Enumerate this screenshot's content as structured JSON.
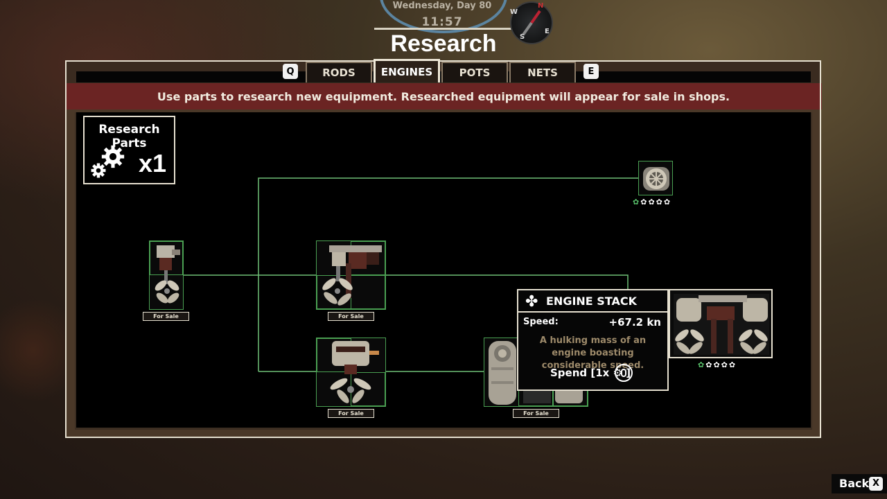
{
  "hud": {
    "day": "Wednesday, Day 80",
    "time": "11:57",
    "compass": {
      "n": "N",
      "w": "W",
      "s": "S",
      "e": "E"
    }
  },
  "screen": {
    "title": "Research",
    "banner": "Use parts to research new equipment. Researched equipment will appear for sale in shops."
  },
  "tabs": {
    "prev_key": "Q",
    "next_key": "E",
    "items": [
      {
        "label": "RODS"
      },
      {
        "label": "ENGINES"
      },
      {
        "label": "POTS"
      },
      {
        "label": "NETS"
      }
    ],
    "active": "ENGINES"
  },
  "research_parts": {
    "label": "Research Parts",
    "count": "x1"
  },
  "tree": {
    "for_sale_label": "For Sale",
    "stars_top": {
      "filled": 1,
      "total": 5
    },
    "stars_stack": {
      "filled": 1,
      "total": 5
    }
  },
  "tooltip": {
    "name": "ENGINE STACK",
    "stat_label": "Speed:",
    "stat_value": "+67.2 kn",
    "description": "A hulking mass of an engine boasting considerable speed.",
    "spend_label": "Spend [1x ⚙ ]"
  },
  "footer": {
    "back_label": "Back",
    "back_key": "X"
  },
  "colors": {
    "accent_green": "#4aa052",
    "banner_red": "#6b2423",
    "frame_cream": "#e6e0d0",
    "desc_tan": "#9d8a6a"
  }
}
